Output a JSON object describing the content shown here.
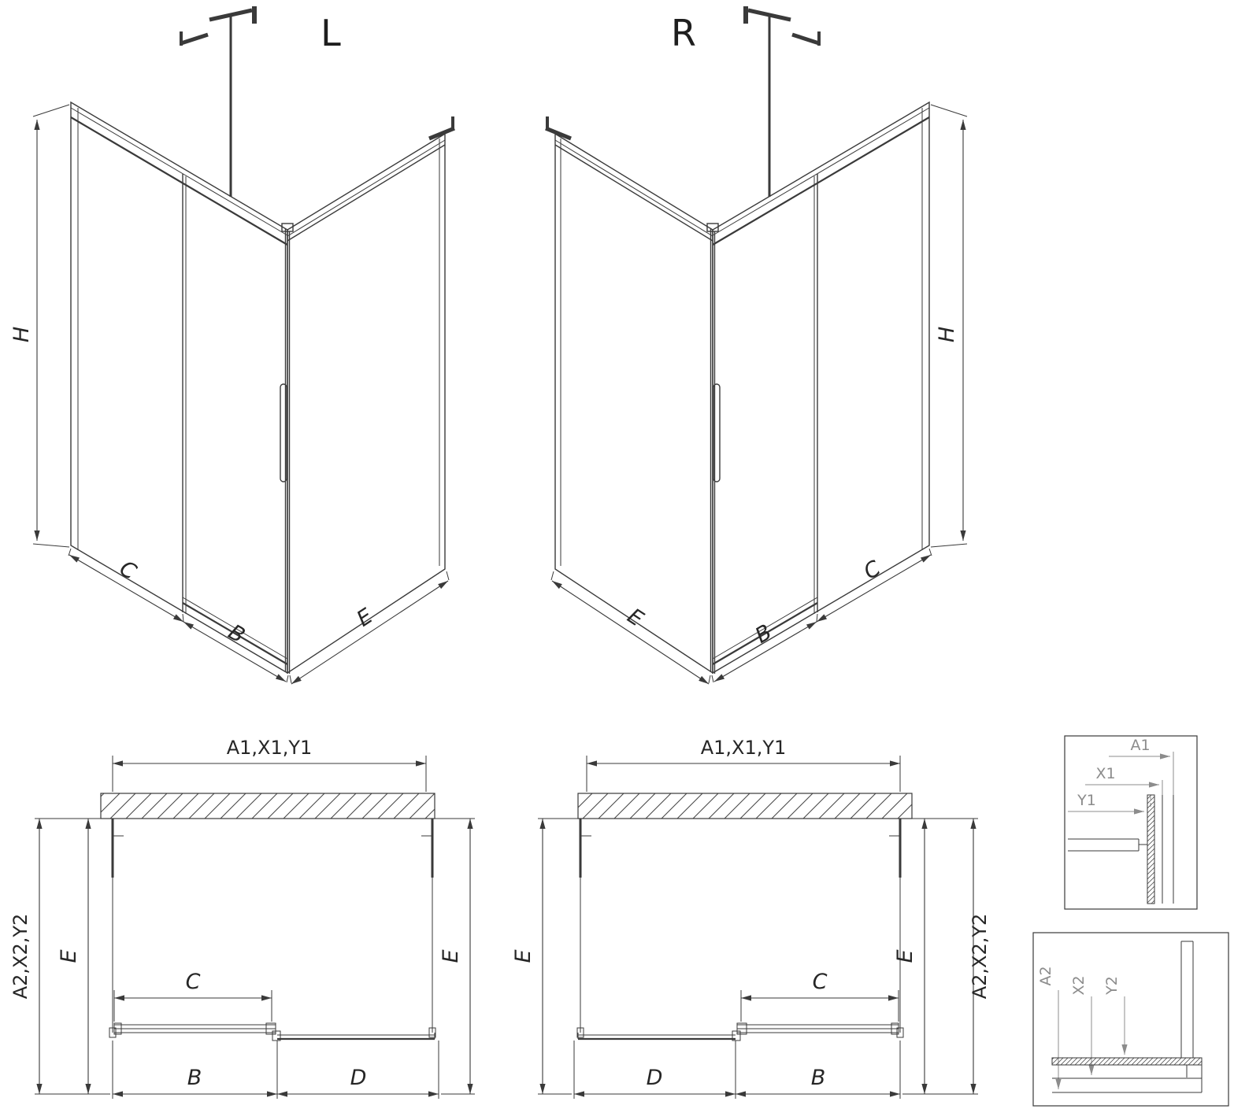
{
  "colors": {
    "background": "#ffffff",
    "line": "#3a3a3a",
    "detail_label": "#8c8c8c"
  },
  "iso_left": {
    "title": "L",
    "dims": {
      "height": "H",
      "fixed": "C",
      "door": "B",
      "side": "E"
    }
  },
  "iso_right": {
    "title": "R",
    "dims": {
      "height": "H",
      "side": "E",
      "door": "B",
      "fixed": "C"
    }
  },
  "plan_left": {
    "dims": {
      "width_top": "A1,X1,Y1",
      "depth_outer": "A2,X2,Y2",
      "depth_left": "E",
      "depth_right": "E",
      "opening": "C",
      "door": "B",
      "fixed": "D"
    }
  },
  "plan_right": {
    "dims": {
      "width_top": "A1,X1,Y1",
      "depth_outer": "A2,X2,Y2",
      "depth_left": "E",
      "depth_right": "E",
      "opening": "C",
      "fixed": "D",
      "door": "B"
    }
  },
  "detail_top": {
    "labels": [
      "A1",
      "X1",
      "Y1"
    ]
  },
  "detail_bottom": {
    "labels": [
      "A2",
      "X2",
      "Y2"
    ]
  }
}
